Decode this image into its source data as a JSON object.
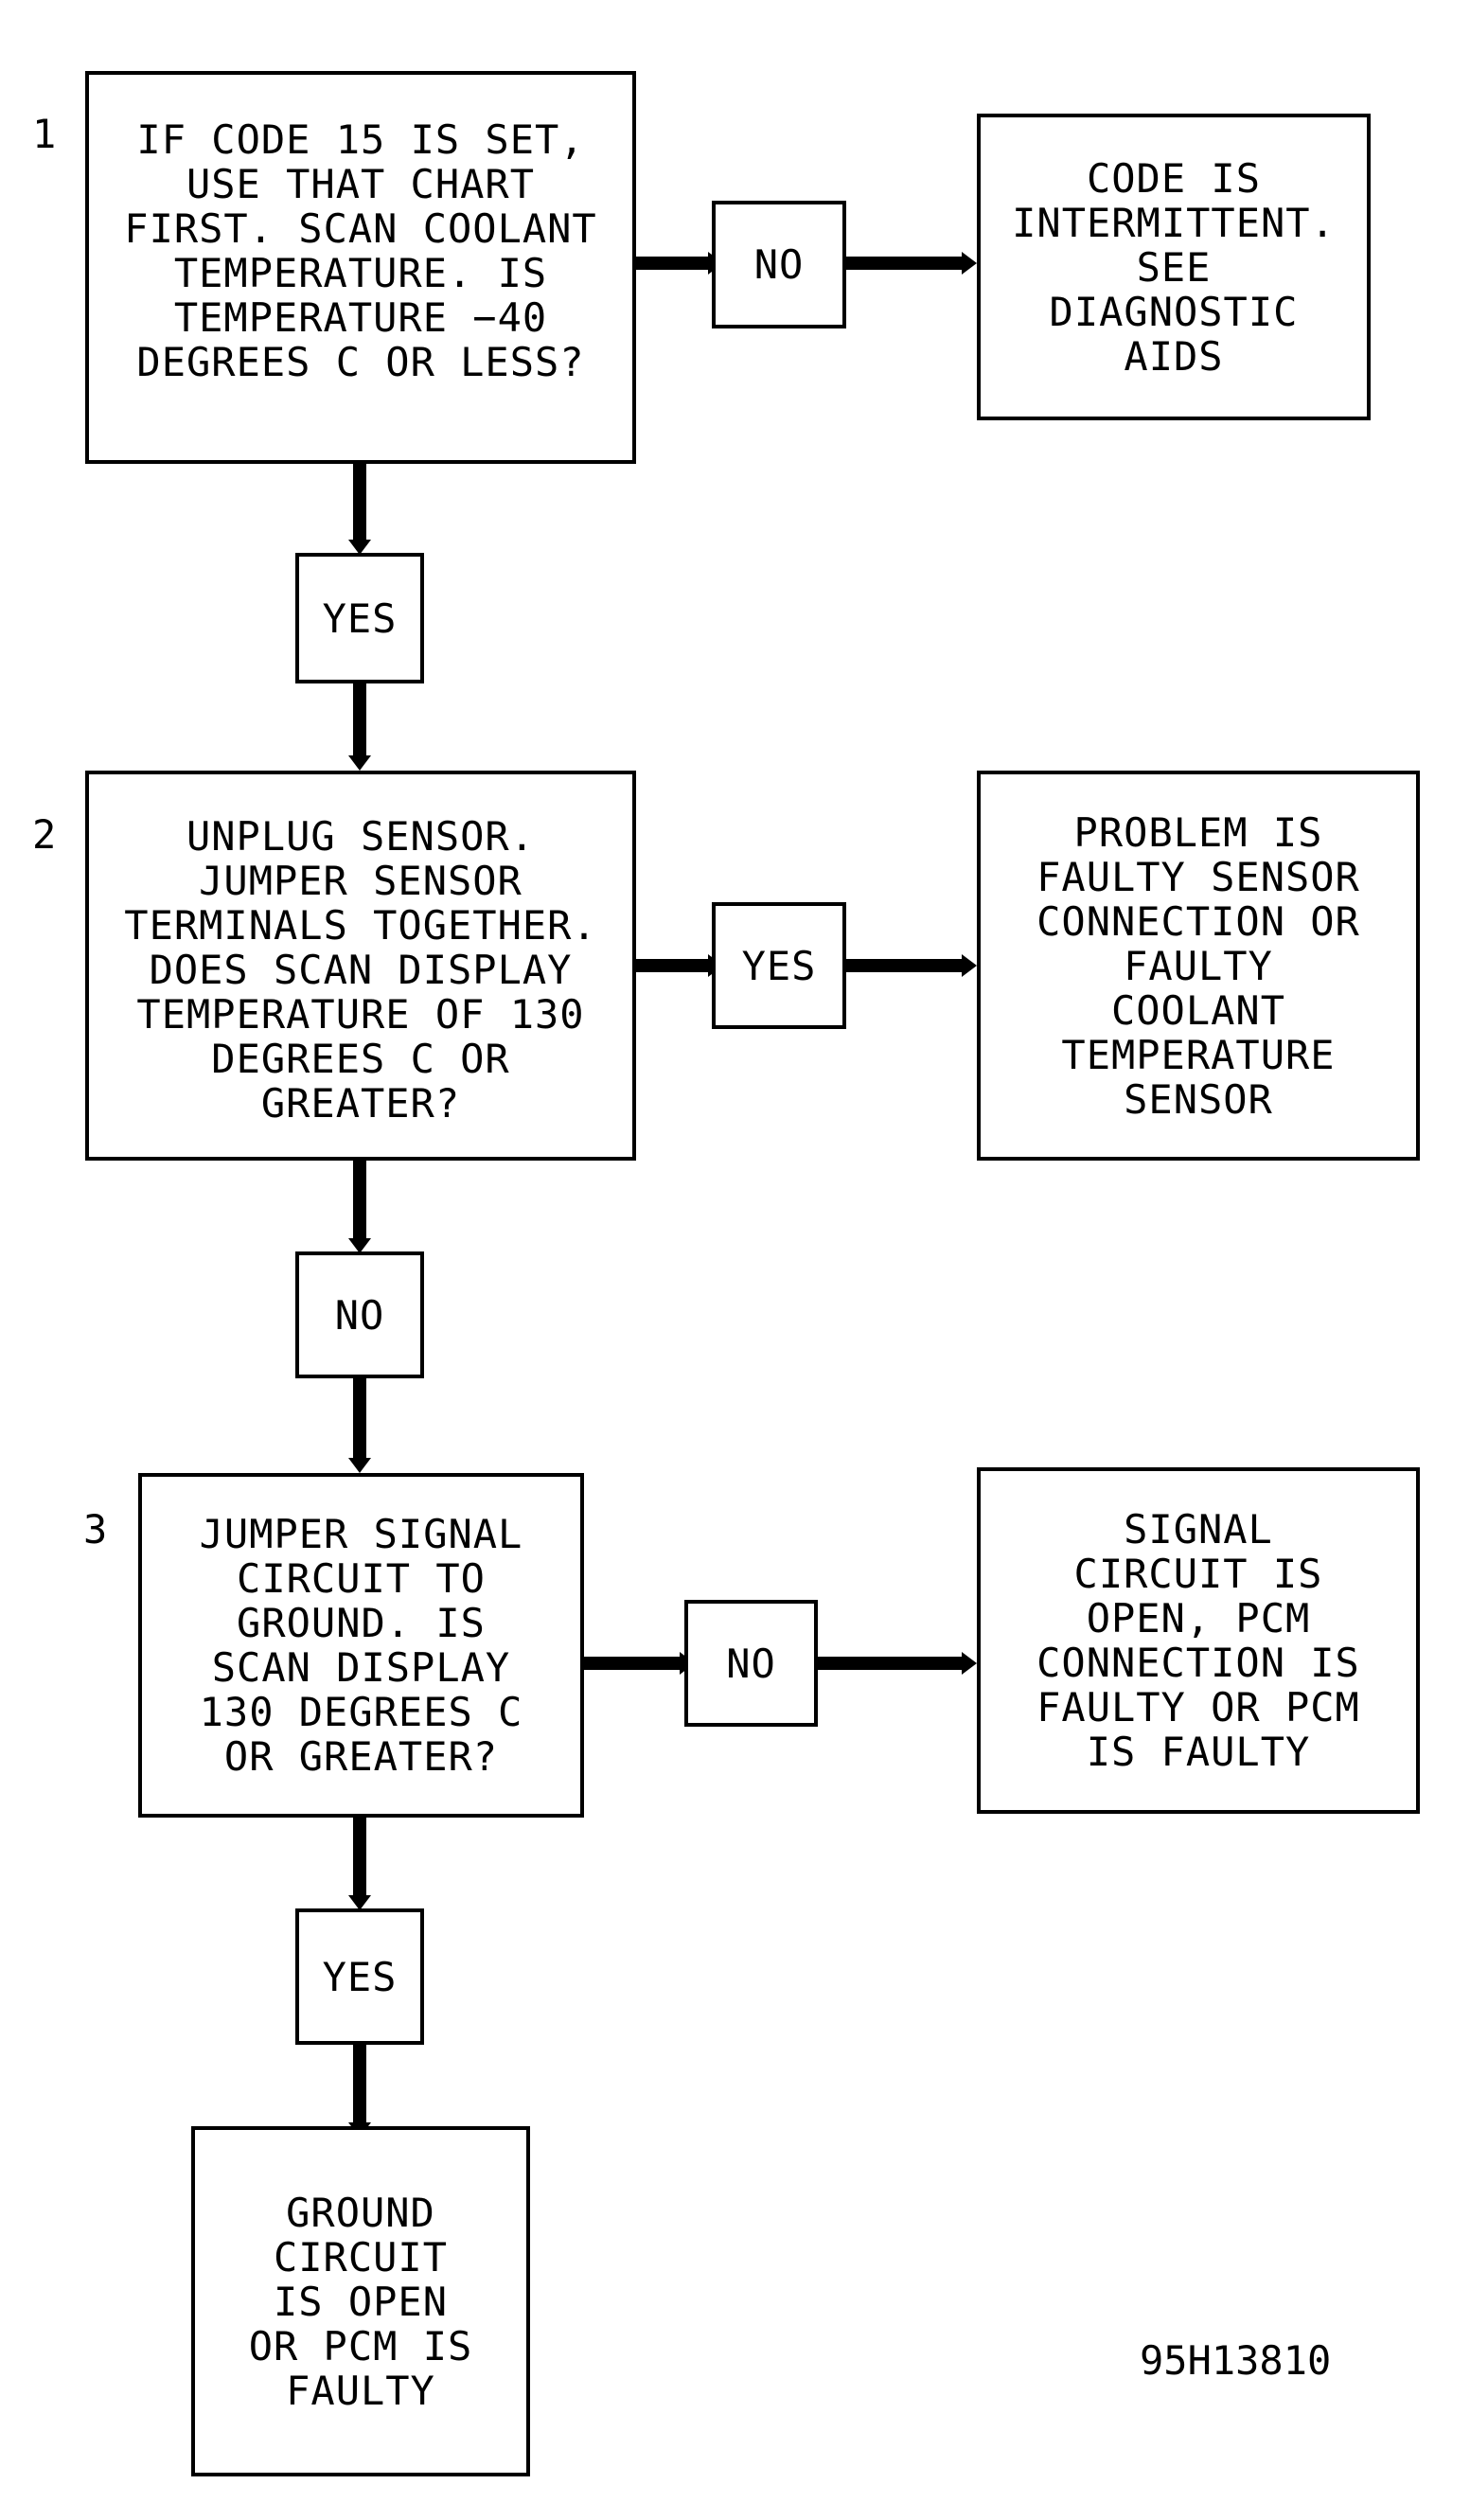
{
  "steps": [
    {
      "number": "1",
      "question": "IF CODE 15 IS SET,\nUSE THAT CHART\nFIRST. SCAN COOLANT\nTEMPERATURE. IS\nTEMPERATURE −40\nDEGREES C OR LESS?",
      "branch_label": "NO",
      "branch_result": "CODE IS\nINTERMITTENT.\nSEE\nDIAGNOSTIC\nAIDS",
      "down_label": "YES"
    },
    {
      "number": "2",
      "question": "UNPLUG SENSOR.\nJUMPER SENSOR\nTERMINALS TOGETHER.\nDOES SCAN DISPLAY\nTEMPERATURE OF 130\nDEGREES C OR\nGREATER?",
      "branch_label": "YES",
      "branch_result": "PROBLEM IS\nFAULTY SENSOR\nCONNECTION OR\nFAULTY\nCOOLANT\nTEMPERATURE\nSENSOR",
      "down_label": "NO"
    },
    {
      "number": "3",
      "question": "JUMPER SIGNAL\nCIRCUIT TO\nGROUND. IS\nSCAN DISPLAY\n130 DEGREES C\nOR GREATER?",
      "branch_label": "NO",
      "branch_result": "SIGNAL\nCIRCUIT IS\nOPEN, PCM\nCONNECTION IS\nFAULTY OR PCM\nIS FAULTY",
      "down_label": "YES"
    }
  ],
  "final_result": "GROUND\nCIRCUIT\nIS OPEN\nOR PCM IS\nFAULTY",
  "figure_id": "95H13810"
}
